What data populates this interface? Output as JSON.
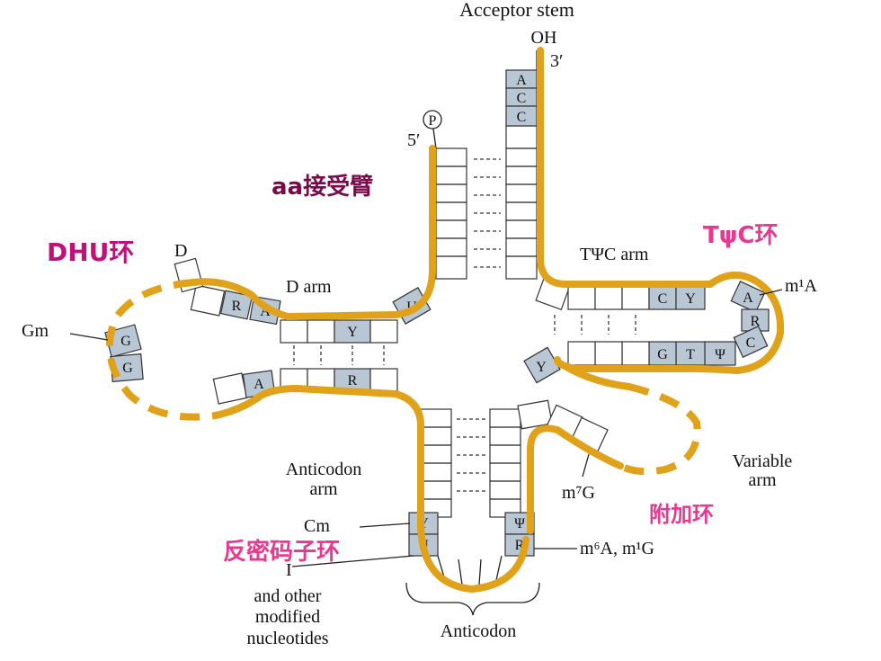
{
  "labels": {
    "acceptor_stem": "Acceptor stem",
    "oh": "OH",
    "three_prime": "3′",
    "five_prime": "5′",
    "phosphate": "P",
    "d_arm": "D arm",
    "d_base": "D",
    "tpsic_arm": "TΨC arm",
    "m1a": "m¹A",
    "gm": "Gm",
    "anticodon_arm_1": "Anticodon",
    "anticodon_arm_2": "arm",
    "variable_arm_1": "Variable",
    "variable_arm_2": "arm",
    "m7g": "m⁷G",
    "cm": "Cm",
    "m6a": "m⁶A, m¹G",
    "inosine": "I",
    "other_1": "and other",
    "other_2": "modified",
    "other_3": "nucleotides",
    "anticodon": "Anticodon"
  },
  "chinese": {
    "aa_arm": "aa接受臂",
    "dhu_loop": "DHU环",
    "tpsic_loop": "TψC环",
    "extra_loop": "附加环",
    "anticodon_loop": "反密码子环"
  },
  "bases": {
    "acceptor": [
      "A",
      "C",
      "C"
    ],
    "d_stem_top": [
      "R",
      "A",
      "Y",
      "U"
    ],
    "d_loop": [
      "G",
      "G"
    ],
    "d_stem_bottom": [
      "A",
      "R"
    ],
    "t_stem_top": [
      "C",
      "Y"
    ],
    "t_loop": [
      "A",
      "R",
      "C",
      "Ψ",
      "T",
      "G"
    ],
    "t_stem_bottom": [
      "Y"
    ],
    "anticodon_loop_left": [
      "Y",
      "U"
    ],
    "anticodon_loop_right": [
      "Ψ",
      "R"
    ]
  },
  "colors": {
    "backbone": "#e0a21a",
    "modified_base": "#b9c6d3",
    "chinese_magenta": "#c0117a",
    "chinese_pink": "#e8388f"
  }
}
